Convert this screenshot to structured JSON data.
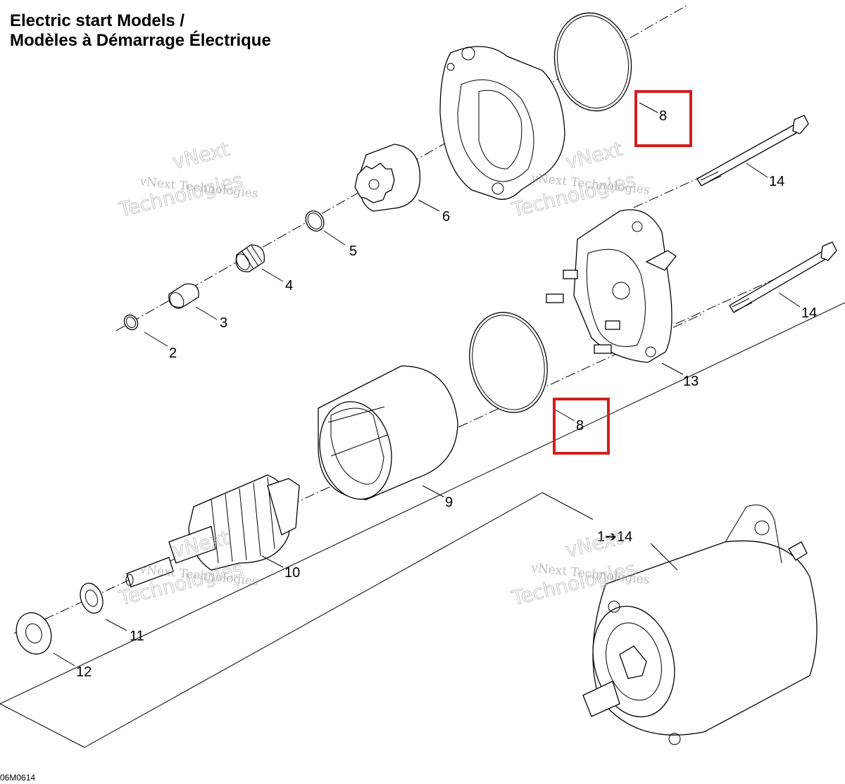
{
  "title": {
    "line1": "Electric start Models /",
    "line2": "Modèles à Démarrage Électrique"
  },
  "diagram_code": "06M0614",
  "watermark": {
    "company": "vNext Technologies",
    "word1": "vNext",
    "word2": "Technologies"
  },
  "callouts": {
    "p2": "2",
    "p3": "3",
    "p4": "4",
    "p5": "5",
    "p6": "6",
    "p8a": "8",
    "p8b": "8",
    "p9": "9",
    "p10": "10",
    "p11": "11",
    "p12": "12",
    "p13": "13",
    "p14a": "14",
    "p14b": "14",
    "assembly": "1➔14"
  },
  "colors": {
    "highlight": "#d11f1f",
    "line": "#000000"
  }
}
